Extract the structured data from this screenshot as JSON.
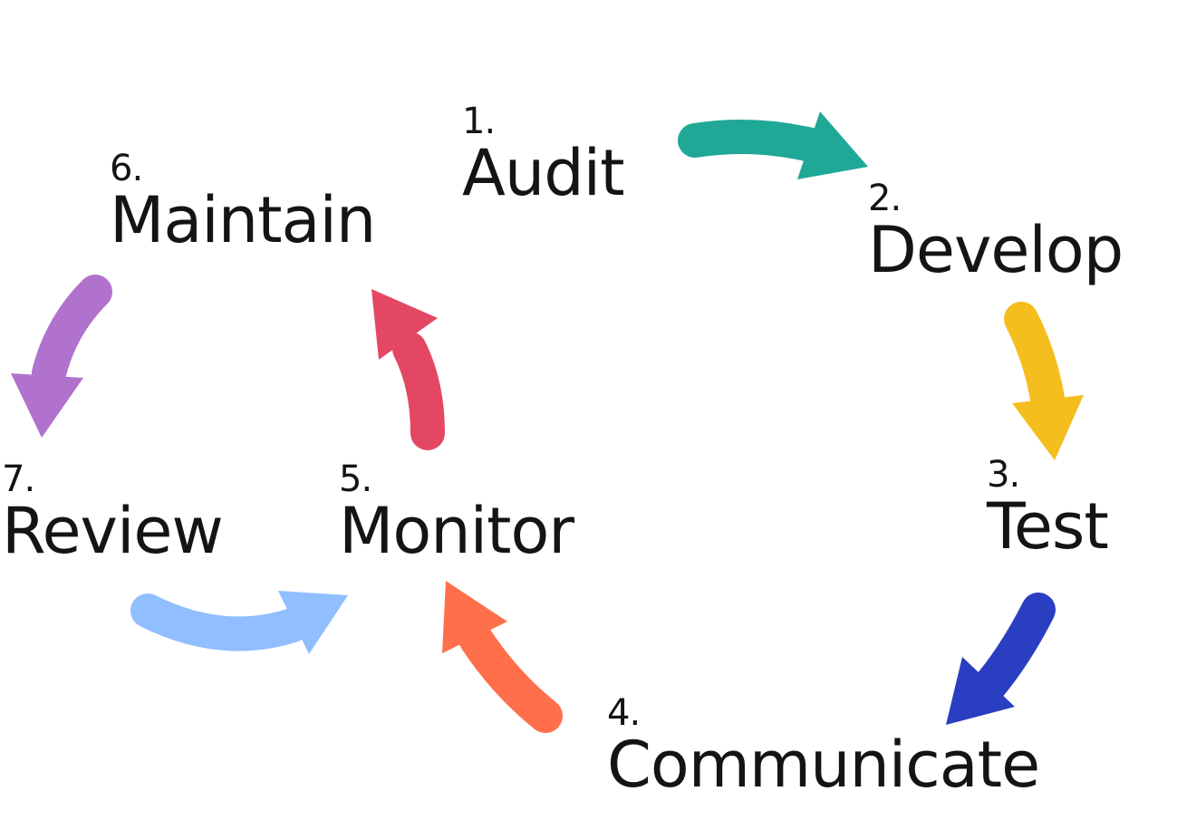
{
  "steps": [
    {
      "number": "1.",
      "name": "Audit"
    },
    {
      "number": "2.",
      "name": "Develop"
    },
    {
      "number": "3.",
      "name": "Test"
    },
    {
      "number": "4.",
      "name": "Communicate"
    },
    {
      "number": "5.",
      "name": "Monitor"
    },
    {
      "number": "6.",
      "name": "Maintain"
    },
    {
      "number": "7.",
      "name": "Review"
    }
  ],
  "arrows": [
    {
      "from": "1.",
      "to": "2.",
      "color": "#1FA896"
    },
    {
      "from": "2.",
      "to": "3.",
      "color": "#F4BE1E"
    },
    {
      "from": "3.",
      "to": "4.",
      "color": "#2A3EC2"
    },
    {
      "from": "4.",
      "to": "5.",
      "color": "#FF6F4C"
    },
    {
      "from": "5.",
      "to": "6.",
      "color": "#E44764"
    },
    {
      "from": "6.",
      "to": "7.",
      "color": "#B072CC"
    },
    {
      "from": "7.",
      "to": "5.",
      "color": "#90BEFF"
    }
  ]
}
